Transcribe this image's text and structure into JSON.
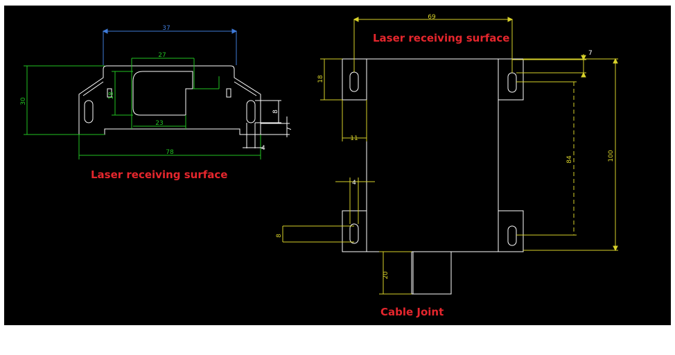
{
  "colors": {
    "background": "#000000",
    "outline": "#ffffff",
    "dimension_blue": "#3f7bd9",
    "dimension_green": "#22c322",
    "dimension_yellow": "#d8d22a",
    "label_red": "#e5262d"
  },
  "labels": {
    "top_laser_surface": "Laser receiving surface",
    "side_laser_surface": "Laser receiving surface",
    "cable_joint": "Cable Joint"
  },
  "side_view_dims": {
    "overall_width": "37",
    "window_width": "27",
    "inner_width": "23",
    "window_height": "18",
    "height": "30",
    "slot_len": "8",
    "lip": "7",
    "wall": "4",
    "base_length": "78"
  },
  "top_view_dims": {
    "span": "69",
    "tab": "7",
    "slot_height": "18",
    "slot_offset": "11",
    "slot_width": "4",
    "pitch": "84",
    "total_height": "100",
    "slot_low": "8",
    "cable_len": "20"
  }
}
